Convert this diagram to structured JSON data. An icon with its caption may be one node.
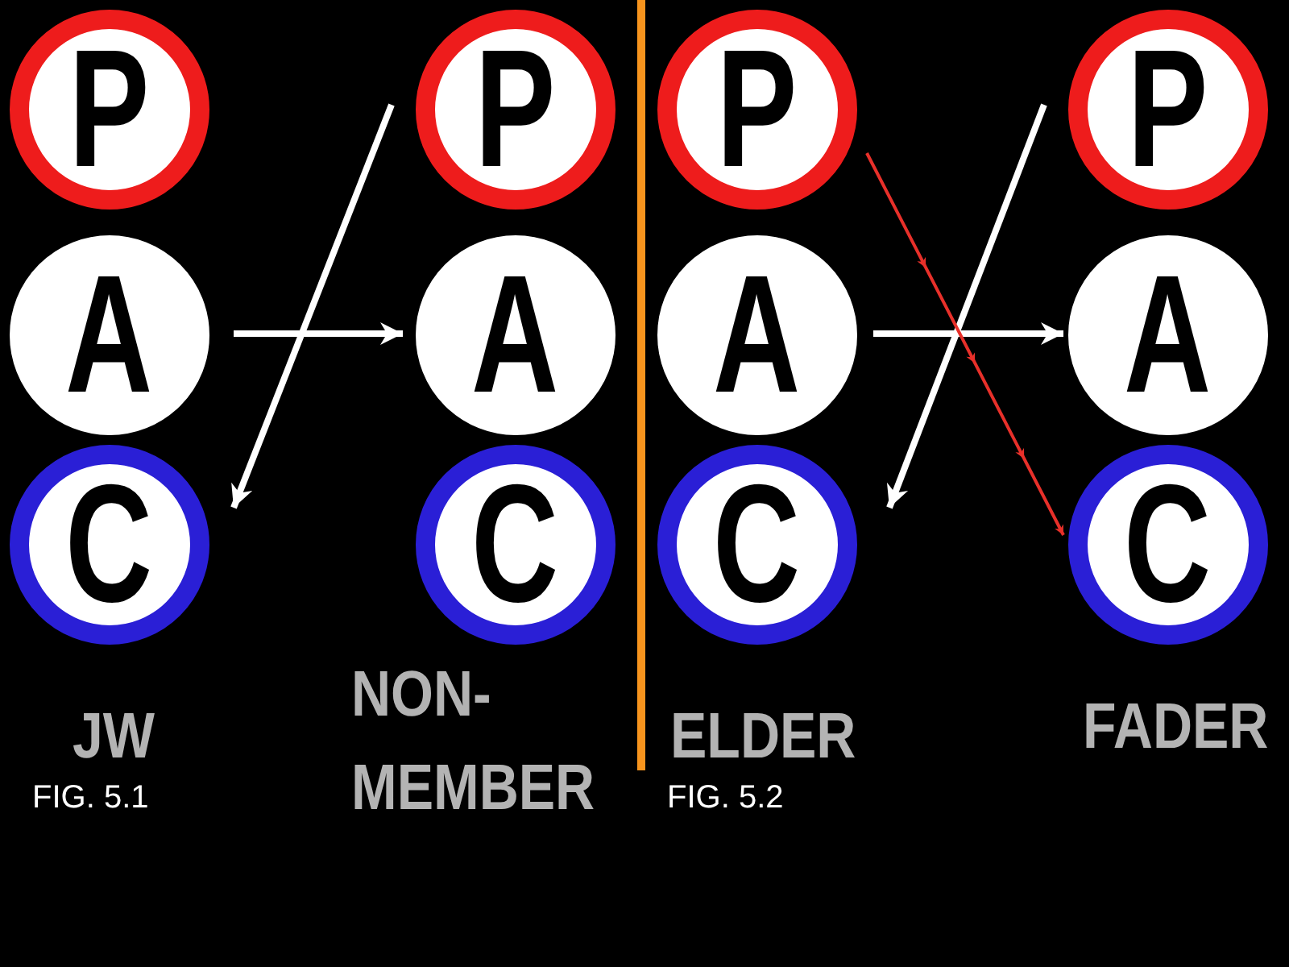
{
  "diagram": {
    "nodes": [
      {
        "text": [
          "P"
        ]
      },
      {
        "text": [
          "A"
        ]
      },
      {
        "text": [
          "C"
        ]
      },
      {
        "text": [
          "P"
        ]
      },
      {
        "text": [
          "A"
        ]
      },
      {
        "text": [
          "C"
        ]
      },
      {
        "text": [
          "P"
        ]
      },
      {
        "text": [
          "A"
        ]
      },
      {
        "text": [
          "C"
        ]
      },
      {
        "text": [
          "P"
        ]
      },
      {
        "text": [
          "A"
        ]
      },
      {
        "text": [
          "C"
        ]
      }
    ],
    "edges": [
      {
        "from": 1,
        "to": 4,
        "arrow": "to"
      },
      {
        "from": 3,
        "to": 2,
        "arrow": "to"
      },
      {
        "from": 7,
        "to": 10,
        "arrow": "to"
      },
      {
        "from": 9,
        "to": 8,
        "arrow": "to"
      },
      {
        "from": 6,
        "to": 11,
        "arrow": "to",
        "color": "#e8302a"
      }
    ],
    "labels": [
      "JW",
      "NON- MEMBER",
      "ELDER",
      "FADER",
      "FIG. 5.1",
      "FIG. 5.2"
    ]
  }
}
